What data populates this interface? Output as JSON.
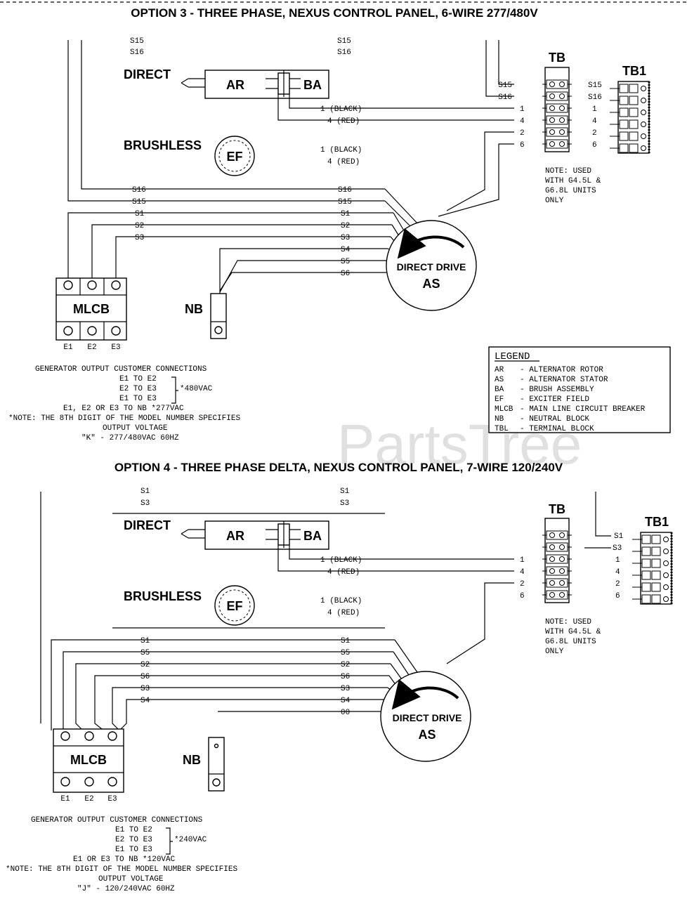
{
  "watermark": "PartsTree",
  "option3": {
    "title": "OPTION 3 - THREE PHASE, NEXUS CONTROL PANEL, 6-WIRE 277/480V",
    "top_labels": [
      "S15",
      "S16"
    ],
    "direct_label": "DIRECT",
    "brushless_label": "BRUSHLESS",
    "ar_label": "AR",
    "ba_label": "BA",
    "ef_label": "EF",
    "wire_black": "1 (BLACK)",
    "wire_red": "4 (RED)",
    "tb_label": "TB",
    "tb1_label": "TB1",
    "tb_left_labels": [
      "S15",
      "S16",
      "1",
      "4",
      "2",
      "6"
    ],
    "tb_right_labels": [
      "S15",
      "S16",
      "1",
      "4",
      "2",
      "6"
    ],
    "tb_note": [
      "NOTE: USED",
      "WITH G4.5L &",
      "G6.8L UNITS",
      "ONLY"
    ],
    "stator_wires": [
      "S16",
      "S15",
      "S1",
      "S2",
      "S3",
      "S4",
      "S5",
      "S6"
    ],
    "left_wires": [
      "S16",
      "S15",
      "S1",
      "S2",
      "S3"
    ],
    "as_line1": "DIRECT DRIVE",
    "as_line2": "AS",
    "mlcb_label": "MLCB",
    "nb_label": "NB",
    "outputs": [
      "E1",
      "E2",
      "E3"
    ],
    "notes": [
      "GENERATOR OUTPUT CUSTOMER CONNECTIONS",
      "E1  TO  E2",
      "E2  TO  E3",
      "E1  TO  E3",
      "*480VAC",
      "E1, E2 OR E3 TO NB  *277VAC",
      "*NOTE: THE 8TH DIGIT OF THE MODEL NUMBER SPECIFIES",
      "OUTPUT VOLTAGE",
      "\"K\" - 277/480VAC 60HZ"
    ]
  },
  "legend": {
    "title": "LEGEND",
    "items": [
      {
        "code": "AR",
        "desc": "ALTERNATOR ROTOR"
      },
      {
        "code": "AS",
        "desc": "ALTERNATOR STATOR"
      },
      {
        "code": "BA",
        "desc": "BRUSH ASSEMBLY"
      },
      {
        "code": "EF",
        "desc": "EXCITER FIELD"
      },
      {
        "code": "MLCB",
        "desc": "MAIN LINE CIRCUIT BREAKER"
      },
      {
        "code": "NB",
        "desc": "NEUTRAL BLOCK"
      },
      {
        "code": "TBL",
        "desc": "TERMINAL BLOCK"
      }
    ]
  },
  "option4": {
    "title": "OPTION 4 - THREE PHASE DELTA, NEXUS CONTROL PANEL, 7-WIRE 120/240V",
    "top_labels": [
      "S1",
      "S3"
    ],
    "direct_label": "DIRECT",
    "brushless_label": "BRUSHLESS",
    "ar_label": "AR",
    "ba_label": "BA",
    "ef_label": "EF",
    "wire_black": "1 (BLACK)",
    "wire_red": "4 (RED)",
    "tb_label": "TB",
    "tb1_label": "TB1",
    "tb_left_labels": [
      "1",
      "4",
      "2",
      "6"
    ],
    "tb_right_labels": [
      "S1",
      "S3",
      "1",
      "4",
      "2",
      "6"
    ],
    "tb_note": [
      "NOTE: USED",
      "WITH G4.5L &",
      "G6.8L UNITS",
      "ONLY"
    ],
    "stator_wires": [
      "S1",
      "S5",
      "S2",
      "S6",
      "S3",
      "S4",
      "00"
    ],
    "left_wires": [
      "S1",
      "S5",
      "S2",
      "S6",
      "S3",
      "S4"
    ],
    "as_line1": "DIRECT DRIVE",
    "as_line2": "AS",
    "mlcb_label": "MLCB",
    "nb_label": "NB",
    "outputs": [
      "E1",
      "E2",
      "E3"
    ],
    "notes": [
      "GENERATOR OUTPUT CUSTOMER CONNECTIONS",
      "E1  TO  E2",
      "E2  TO  E3",
      "E1  TO  E3",
      "*240VAC",
      "E1 OR E3 TO NB   *120VAC",
      "*NOTE: THE 8TH DIGIT OF THE MODEL NUMBER SPECIFIES",
      "OUTPUT VOLTAGE",
      "\"J\" - 120/240VAC 60HZ"
    ]
  }
}
